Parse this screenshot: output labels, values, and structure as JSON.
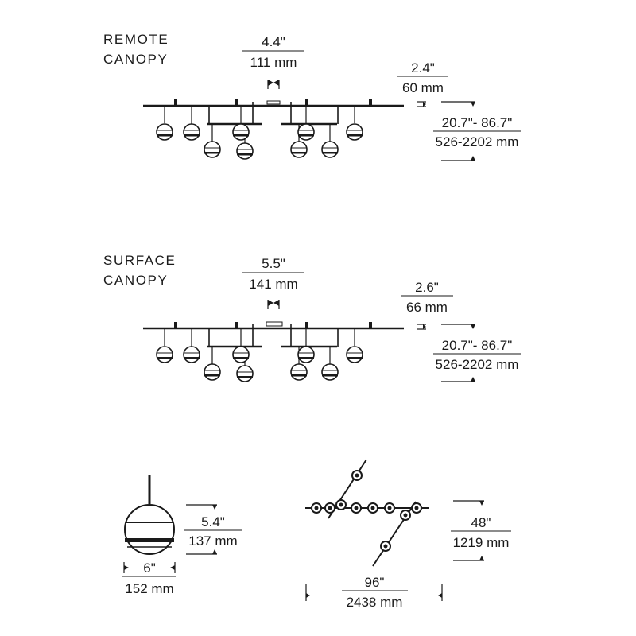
{
  "remote": {
    "title_line1": "REMOTE",
    "title_line2": "CANOPY",
    "canopy_width_in": "4.4\"",
    "canopy_width_mm": "111 mm",
    "canopy_height_in": "2.4\"",
    "canopy_height_mm": "60 mm",
    "drop_in": "20.7\"- 86.7\"",
    "drop_mm": "526-2202 mm"
  },
  "surface": {
    "title_line1": "SURFACE",
    "title_line2": "CANOPY",
    "canopy_width_in": "5.5\"",
    "canopy_width_mm": "141 mm",
    "canopy_height_in": "2.6\"",
    "canopy_height_mm": "66 mm",
    "drop_in": "20.7\"- 86.7\"",
    "drop_mm": "526-2202 mm"
  },
  "pendant": {
    "height_in": "5.4\"",
    "height_mm": "137 mm",
    "diameter_in": "6\"",
    "diameter_mm": "152 mm"
  },
  "plan": {
    "depth_in": "48\"",
    "depth_mm": "1219 mm",
    "width_in": "96\"",
    "width_mm": "2438 mm"
  },
  "colors": {
    "line": "#1a1a1a",
    "background": "#ffffff"
  }
}
